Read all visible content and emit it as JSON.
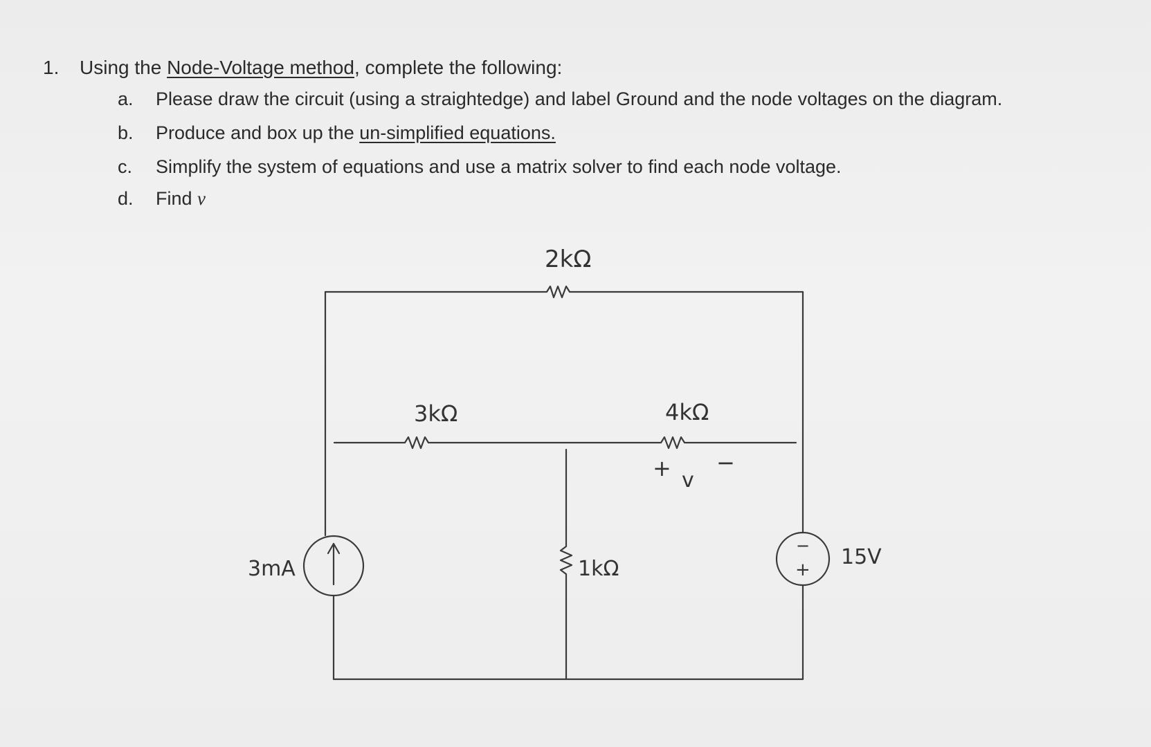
{
  "problem": {
    "number": "1.",
    "intro_before": "Using the ",
    "intro_method": "Node-Voltage method",
    "intro_after": ", complete the following:",
    "items": [
      {
        "letter": "a.",
        "text": "Please draw the circuit (using a straightedge) and label Ground and the node voltages on the diagram."
      },
      {
        "letter": "b.",
        "text_before": "Produce and box up the ",
        "text_underlined": "un-simplified equations."
      },
      {
        "letter": "c.",
        "text": "Simplify the system of equations and use a matrix solver to find each node voltage."
      },
      {
        "letter": "d.",
        "text_before": "Find ",
        "text_var": "v"
      }
    ]
  },
  "circuit": {
    "resistor_top": "2kΩ",
    "resistor_left": "3kΩ",
    "resistor_right": "4kΩ",
    "resistor_middle": "1kΩ",
    "current_source": "3mA",
    "voltage_source": "15V",
    "v_plus": "+",
    "v_label": "v",
    "v_minus": "−",
    "vs_minus": "−",
    "vs_plus": "+"
  }
}
